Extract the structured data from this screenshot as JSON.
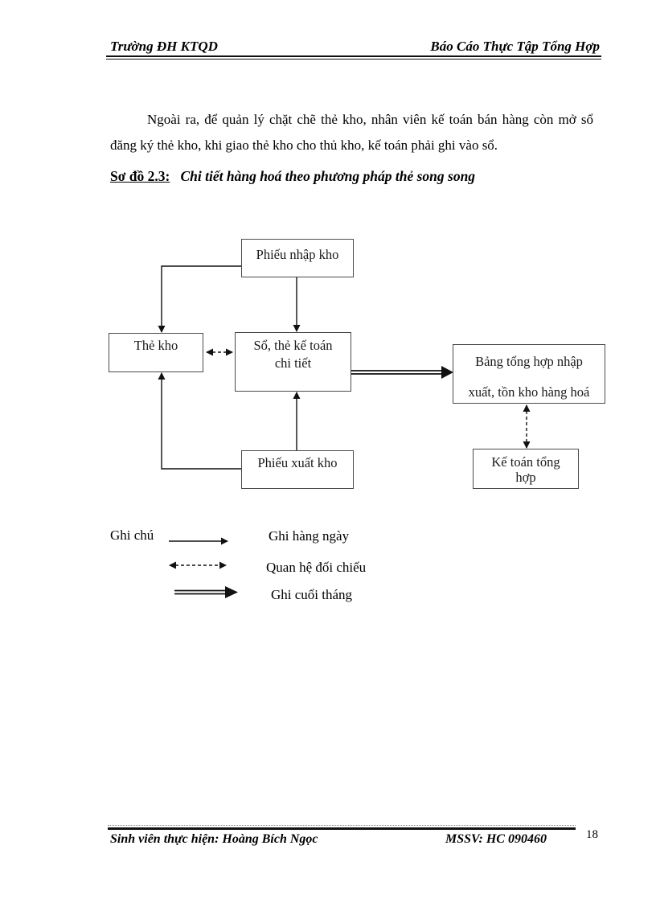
{
  "header": {
    "left": "Trường ĐH KTQD",
    "right": "Báo Cáo Thực Tập Tổng Hợp"
  },
  "body": {
    "paragraph": "Ngoài ra, để quản lý chặt chẽ thẻ kho, nhân viên kế toán bán hàng còn mở sổ đăng ký thẻ kho, khi giao thẻ kho cho thủ kho, kế toán phải ghi vào sổ."
  },
  "diagram": {
    "title_label": "Sơ đồ 2.3:",
    "title_text": "Chi tiết hàng hoá theo phương pháp thẻ song song",
    "boxes": {
      "phieu_nhap_kho": "Phiếu nhập kho",
      "the_kho": "Thẻ kho",
      "so_the_ke_toan": "Sổ, thẻ kế toán\nchi tiết",
      "bang_tong_hop": "Bảng tổng hợp nhập\nxuất, tồn kho hàng hoá",
      "phieu_xuat_kho": "Phiếu xuất kho",
      "ke_toan_tong_hop": "Kế toán tổng\nhợp"
    },
    "connections": [
      {
        "from": "phieu_nhap_kho",
        "to": "the_kho",
        "style": "solid-daily"
      },
      {
        "from": "phieu_nhap_kho",
        "to": "so_the_ke_toan",
        "style": "solid-daily"
      },
      {
        "from": "the_kho",
        "to": "so_the_ke_toan",
        "style": "dashed-crosscheck-both-ways"
      },
      {
        "from": "so_the_ke_toan",
        "to": "bang_tong_hop",
        "style": "double-line-month-end"
      },
      {
        "from": "phieu_xuat_kho",
        "to": "so_the_ke_toan",
        "style": "solid-daily"
      },
      {
        "from": "phieu_xuat_kho",
        "to": "the_kho",
        "style": "solid-daily"
      },
      {
        "from": "bang_tong_hop",
        "to": "ke_toan_tong_hop",
        "style": "dashed-crosscheck-both-ways"
      }
    ]
  },
  "legend": {
    "label": "Ghi chú",
    "items": [
      {
        "arrow": "solid-arrow",
        "label": "Ghi hàng ngày"
      },
      {
        "arrow": "dashed-double-arrow",
        "label": "Quan hệ đối chiếu"
      },
      {
        "arrow": "double-line-arrow",
        "label": "Ghi cuối tháng"
      }
    ]
  },
  "footer": {
    "student": "Sinh viên thực hiện: Hoàng Bích Ngọc",
    "mssv": "MSSV: HC 090460",
    "page_number": "18"
  },
  "colors": {
    "text": "#000000",
    "box_border": "#4a4a4a",
    "line": "#111111",
    "background": "#ffffff"
  }
}
